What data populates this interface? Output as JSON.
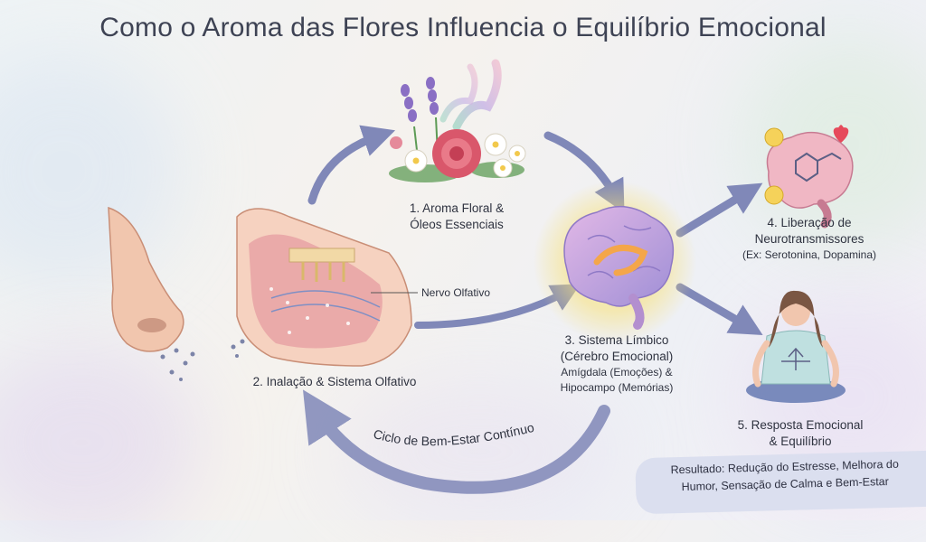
{
  "title": "Como o Aroma das Flores Influencia o Equilíbrio Emocional",
  "steps": [
    {
      "id": 1,
      "label": "1. Aroma Floral &",
      "label2": "Óleos Essenciais"
    },
    {
      "id": 2,
      "label": "2. Inalação & Sistema Olfativo"
    },
    {
      "id": 3,
      "label": "3. Sistema Límbico",
      "label2": "(Cérebro Emocional)",
      "detail": "Amígdala (Emoções) &",
      "detail2": "Hipocampo (Memórias)"
    },
    {
      "id": 4,
      "label": "4. Liberação de",
      "label2": "Neurotransmissores",
      "detail": "(Ex: Serotonina, Dopamina)"
    },
    {
      "id": 5,
      "label": "5. Resposta Emocional",
      "label2": "& Equilíbrio"
    }
  ],
  "callouts": {
    "nerve": "Nervo Olfativo"
  },
  "cycle_label": "Ciclo de Bem-Estar Contínuo",
  "result": {
    "line1": "Resultado: Redução do Estresse, Melhora do",
    "line2": "Humor, Sensação de Calma e Bem-Estar"
  },
  "colors": {
    "arrow": "#8088b8",
    "brain": "#c9a0d8",
    "brain_glow": "#f7e17a",
    "rose": "#d9576b",
    "lavender": "#8a6fc4",
    "leaf": "#5d9b55",
    "skin": "#f1c6ae",
    "nasal": "#e7a0a2"
  }
}
